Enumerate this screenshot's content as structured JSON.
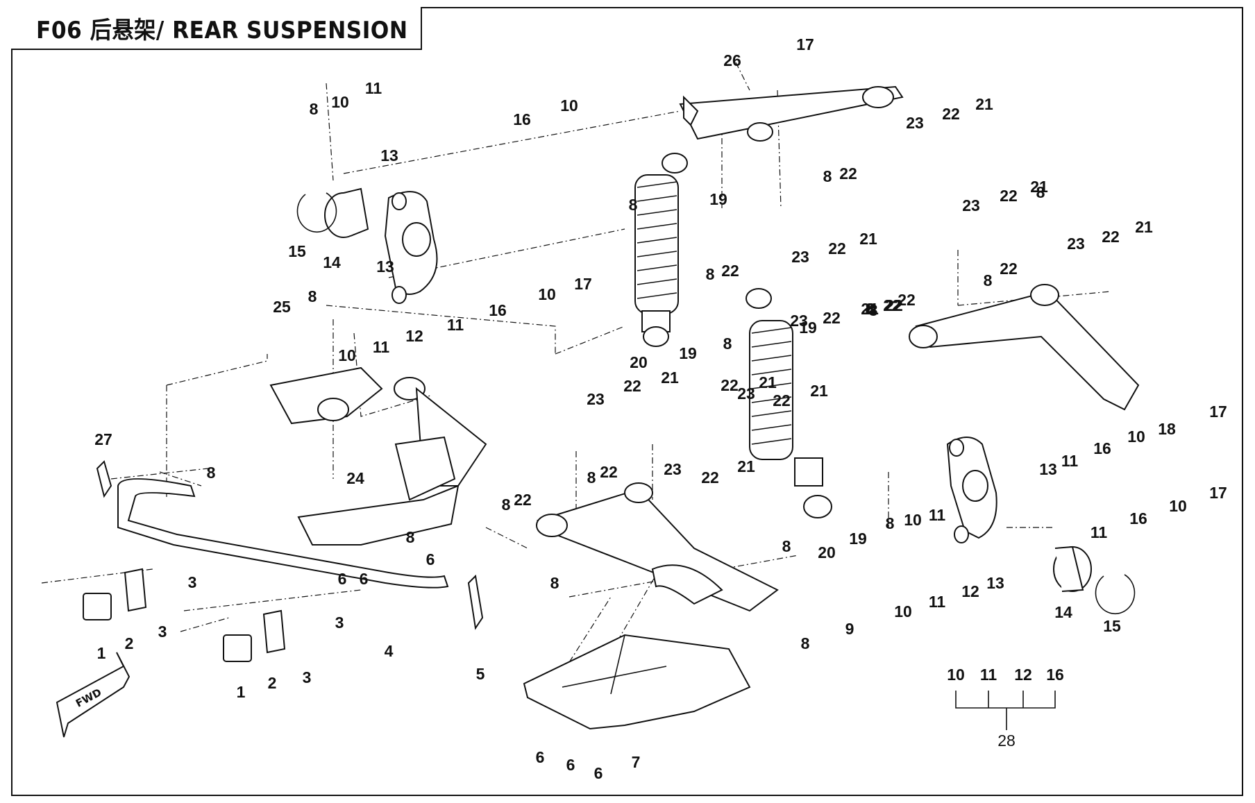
{
  "title": "F06 后悬架/ REAR SUSPENSION",
  "fwd_label": "FWD",
  "part_numbers": [
    "1",
    "2",
    "3",
    "4",
    "5",
    "6",
    "7",
    "8",
    "9",
    "10",
    "11",
    "12",
    "13",
    "14",
    "15",
    "16",
    "17",
    "18",
    "19",
    "20",
    "21",
    "22",
    "23",
    "24",
    "25",
    "26",
    "27",
    "28"
  ],
  "kit": {
    "group": "28",
    "members": [
      "10",
      "11",
      "12",
      "16"
    ]
  },
  "callouts": [
    {
      "n": "17"
    },
    {
      "n": "26"
    },
    {
      "n": "23"
    },
    {
      "n": "22"
    },
    {
      "n": "21"
    },
    {
      "n": "8"
    },
    {
      "n": "10"
    },
    {
      "n": "11"
    },
    {
      "n": "16"
    },
    {
      "n": "10"
    },
    {
      "n": "13"
    },
    {
      "n": "8"
    },
    {
      "n": "22"
    },
    {
      "n": "19"
    },
    {
      "n": "8"
    },
    {
      "n": "23"
    },
    {
      "n": "22"
    },
    {
      "n": "21"
    },
    {
      "n": "15"
    },
    {
      "n": "14"
    },
    {
      "n": "13"
    },
    {
      "n": "12"
    },
    {
      "n": "11"
    },
    {
      "n": "16"
    },
    {
      "n": "10"
    },
    {
      "n": "17"
    },
    {
      "n": "8"
    },
    {
      "n": "22"
    },
    {
      "n": "25"
    },
    {
      "n": "8"
    },
    {
      "n": "10"
    },
    {
      "n": "11"
    },
    {
      "n": "20"
    },
    {
      "n": "19"
    },
    {
      "n": "8"
    },
    {
      "n": "19"
    },
    {
      "n": "23"
    },
    {
      "n": "22"
    },
    {
      "n": "21"
    },
    {
      "n": "22"
    },
    {
      "n": "21"
    },
    {
      "n": "23"
    },
    {
      "n": "22"
    },
    {
      "n": "21"
    },
    {
      "n": "8"
    },
    {
      "n": "22"
    },
    {
      "n": "8"
    },
    {
      "n": "22"
    },
    {
      "n": "21"
    },
    {
      "n": "22"
    },
    {
      "n": "23"
    },
    {
      "n": "8"
    },
    {
      "n": "8"
    },
    {
      "n": "22"
    },
    {
      "n": "8"
    },
    {
      "n": "22"
    },
    {
      "n": "23"
    },
    {
      "n": "22"
    },
    {
      "n": "21"
    },
    {
      "n": "27"
    },
    {
      "n": "8"
    },
    {
      "n": "24"
    },
    {
      "n": "23"
    },
    {
      "n": "22"
    },
    {
      "n": "21"
    },
    {
      "n": "23"
    },
    {
      "n": "22"
    },
    {
      "n": "21"
    },
    {
      "n": "17"
    },
    {
      "n": "18"
    },
    {
      "n": "10"
    },
    {
      "n": "16"
    },
    {
      "n": "13"
    },
    {
      "n": "11"
    },
    {
      "n": "8"
    },
    {
      "n": "22"
    },
    {
      "n": "8"
    },
    {
      "n": "22"
    },
    {
      "n": "8"
    },
    {
      "n": "8"
    },
    {
      "n": "10"
    },
    {
      "n": "11"
    },
    {
      "n": "17"
    },
    {
      "n": "10"
    },
    {
      "n": "16"
    },
    {
      "n": "11"
    },
    {
      "n": "20"
    },
    {
      "n": "19"
    },
    {
      "n": "3"
    },
    {
      "n": "3"
    },
    {
      "n": "1"
    },
    {
      "n": "2"
    },
    {
      "n": "6"
    },
    {
      "n": "6"
    },
    {
      "n": "8"
    },
    {
      "n": "6"
    },
    {
      "n": "8"
    },
    {
      "n": "10"
    },
    {
      "n": "11"
    },
    {
      "n": "12"
    },
    {
      "n": "13"
    },
    {
      "n": "14"
    },
    {
      "n": "15"
    },
    {
      "n": "9"
    },
    {
      "n": "8"
    },
    {
      "n": "3"
    },
    {
      "n": "3"
    },
    {
      "n": "1"
    },
    {
      "n": "2"
    },
    {
      "n": "4"
    },
    {
      "n": "5"
    },
    {
      "n": "6"
    },
    {
      "n": "6"
    },
    {
      "n": "6"
    },
    {
      "n": "7"
    }
  ],
  "colors": {
    "line": "#111111",
    "background": "#ffffff"
  }
}
